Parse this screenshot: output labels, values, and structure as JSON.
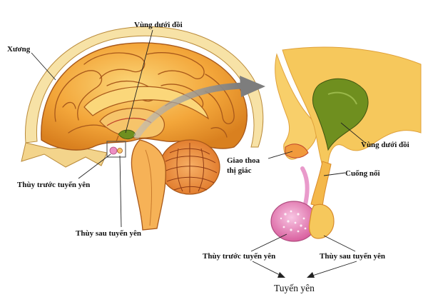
{
  "labels": {
    "bone": "Xương",
    "hypothalamus_top": "Vùng dưới đồi",
    "anterior_left": "Thùy trước tuyến yên",
    "posterior_left": "Thùy sau tuyến yên",
    "hypothalamus_right": "Vùng dưới đồi",
    "optic_chiasm_line1": "Giao thoa",
    "optic_chiasm_line2": "thị giác",
    "stalk": "Cuống nối",
    "anterior_right": "Thùy trước tuyến yên",
    "posterior_right": "Thùy sau tuyến yên",
    "pituitary": "Tuyến yên"
  },
  "colors": {
    "brain_fill": "#f3a63a",
    "brain_light": "#fbd77a",
    "brain_outline": "#a8581a",
    "skull": "#f7e2a6",
    "hypothalamus_green": "#6f8f1f",
    "anterior_pink": "#ec8fc4",
    "arrow_gray": "#8d8d8d"
  }
}
